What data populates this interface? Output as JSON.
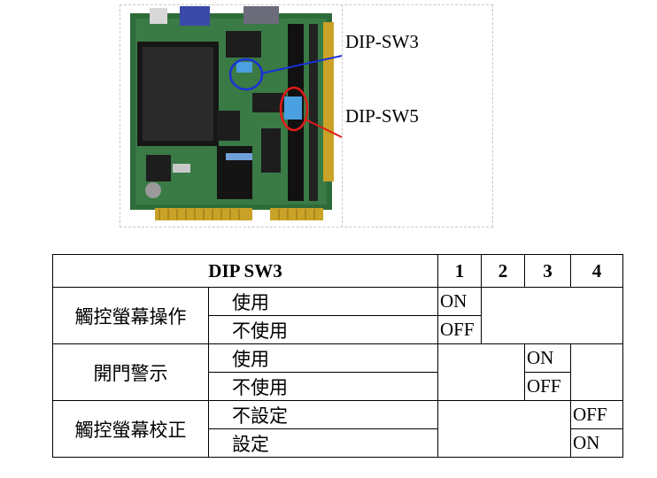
{
  "callouts": {
    "sw3": "DIP-SW3",
    "sw5": "DIP-SW5"
  },
  "colors": {
    "sw3_marker": "#1a2fd8",
    "sw5_marker": "#e01a1a",
    "pcb_green": "#2f6b3a",
    "gold_fingers": "#c9a227"
  },
  "table": {
    "title": "DIP SW3",
    "columns": [
      "1",
      "2",
      "3",
      "4"
    ],
    "groups": [
      {
        "label": "觸控螢幕操作",
        "options": [
          {
            "label": "使用",
            "value": "ON"
          },
          {
            "label": "不使用",
            "value": "OFF"
          }
        ]
      },
      {
        "label": "開門警示",
        "options": [
          {
            "label": "使用",
            "value": "ON"
          },
          {
            "label": "不使用",
            "value": "OFF"
          }
        ]
      },
      {
        "label": "觸控螢幕校正",
        "options": [
          {
            "label": "不設定",
            "value": "OFF"
          },
          {
            "label": "設定",
            "value": "ON"
          }
        ]
      }
    ]
  }
}
